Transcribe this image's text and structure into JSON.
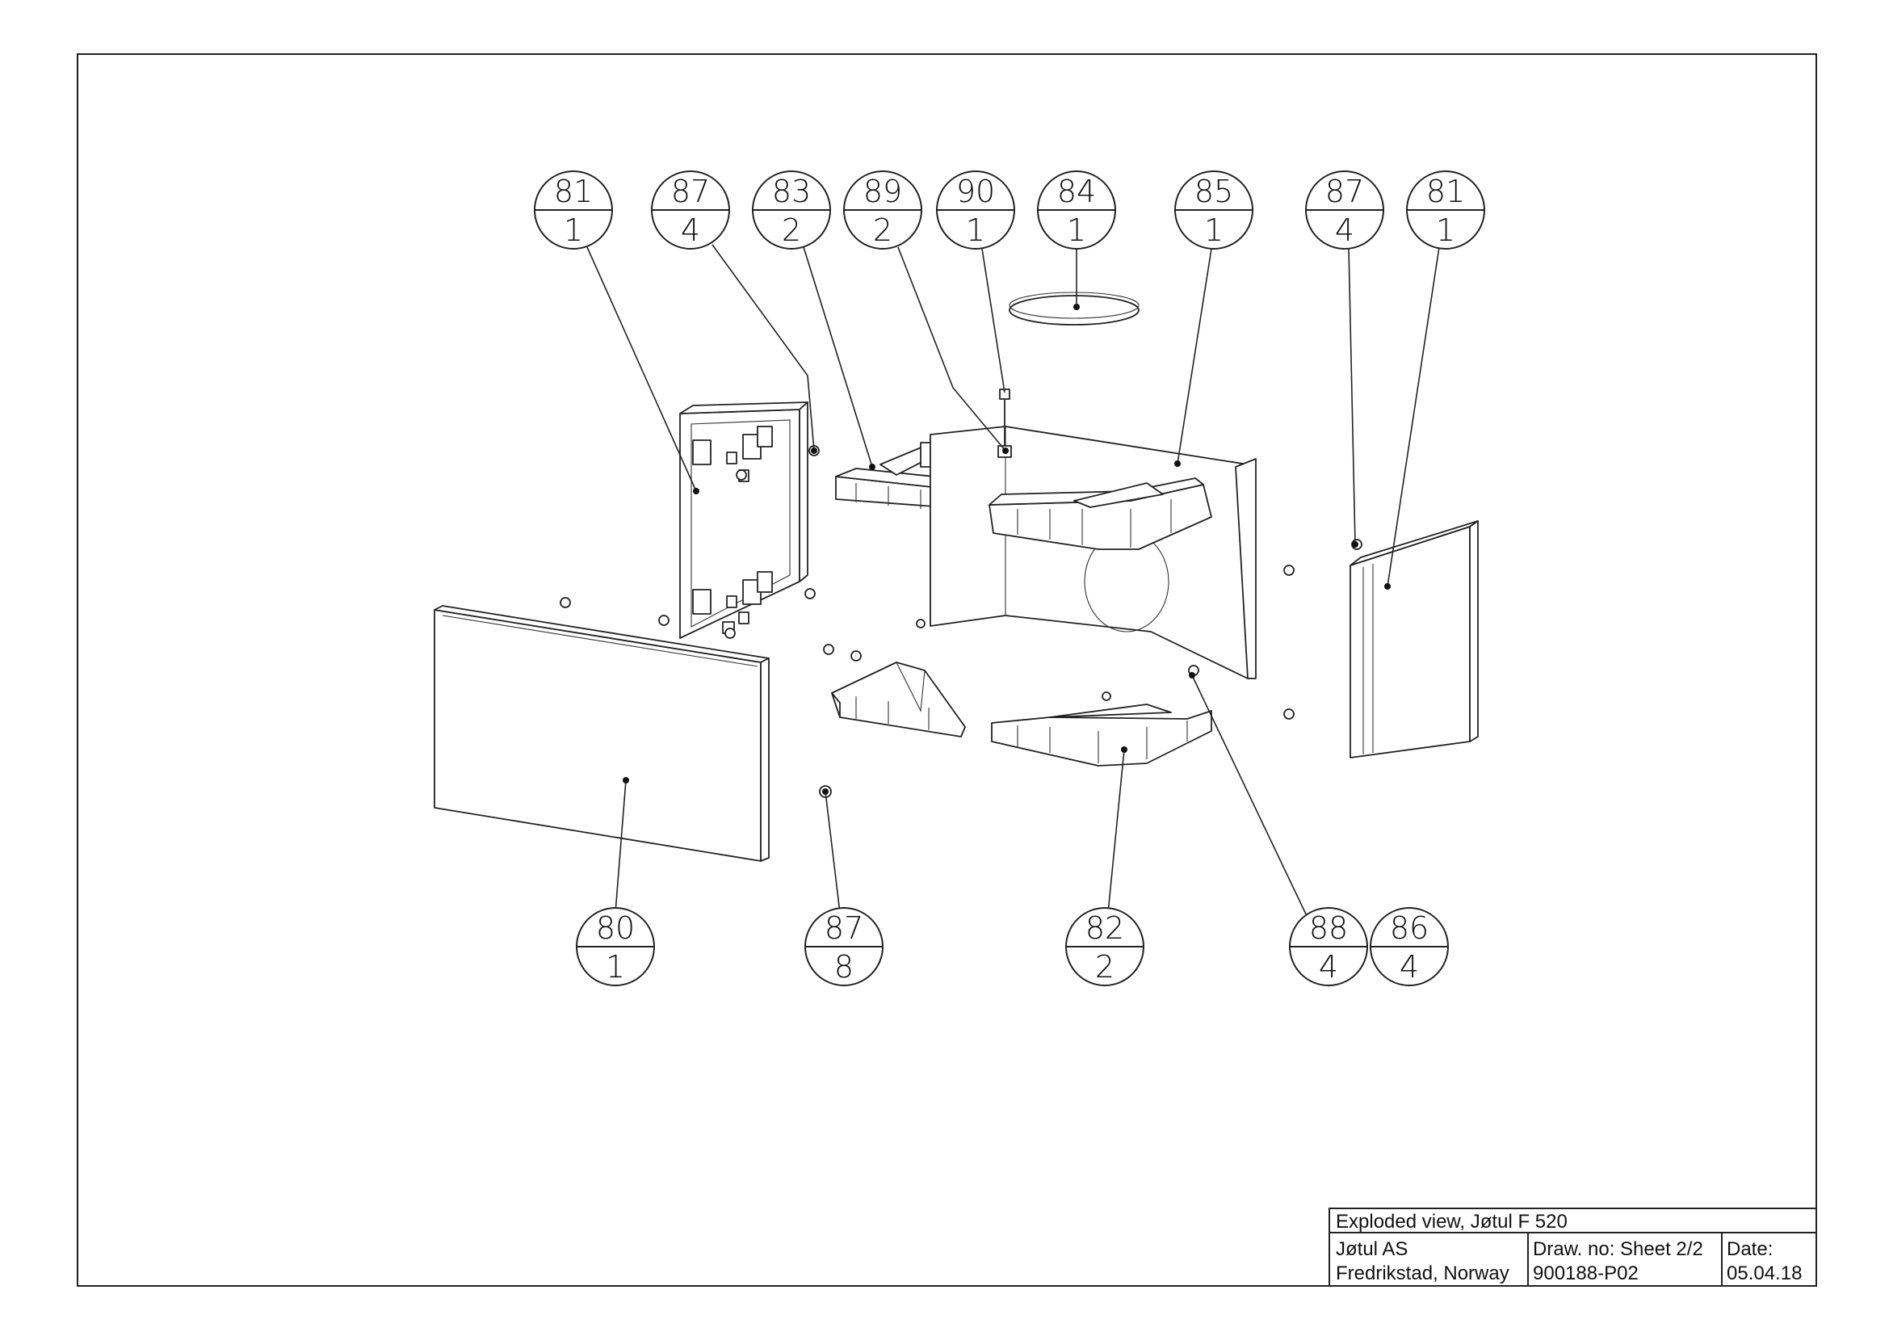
{
  "drawing": {
    "balloons": [
      {
        "id": "b-81-left",
        "item": "81",
        "qty": "1"
      },
      {
        "id": "b-87-top",
        "item": "87",
        "qty": "4"
      },
      {
        "id": "b-83",
        "item": "83",
        "qty": "2"
      },
      {
        "id": "b-89",
        "item": "89",
        "qty": "2"
      },
      {
        "id": "b-90",
        "item": "90",
        "qty": "1"
      },
      {
        "id": "b-84",
        "item": "84",
        "qty": "1"
      },
      {
        "id": "b-85",
        "item": "85",
        "qty": "1"
      },
      {
        "id": "b-87-right",
        "item": "87",
        "qty": "4"
      },
      {
        "id": "b-81-right",
        "item": "81",
        "qty": "1"
      },
      {
        "id": "b-80",
        "item": "80",
        "qty": "1"
      },
      {
        "id": "b-87-bottom",
        "item": "87",
        "qty": "8"
      },
      {
        "id": "b-82",
        "item": "82",
        "qty": "2"
      },
      {
        "id": "b-88",
        "item": "88",
        "qty": "4"
      },
      {
        "id": "b-86",
        "item": "86",
        "qty": "4"
      }
    ]
  },
  "title_block": {
    "title": "Exploded view, Jøtul F 520",
    "company": "Jøtul AS",
    "location": "Fredrikstad, Norway",
    "draw_no_label": "Draw. no: Sheet 2/2",
    "draw_no": "900188-P02",
    "date_label": "Date:",
    "date": "05.04.18"
  }
}
